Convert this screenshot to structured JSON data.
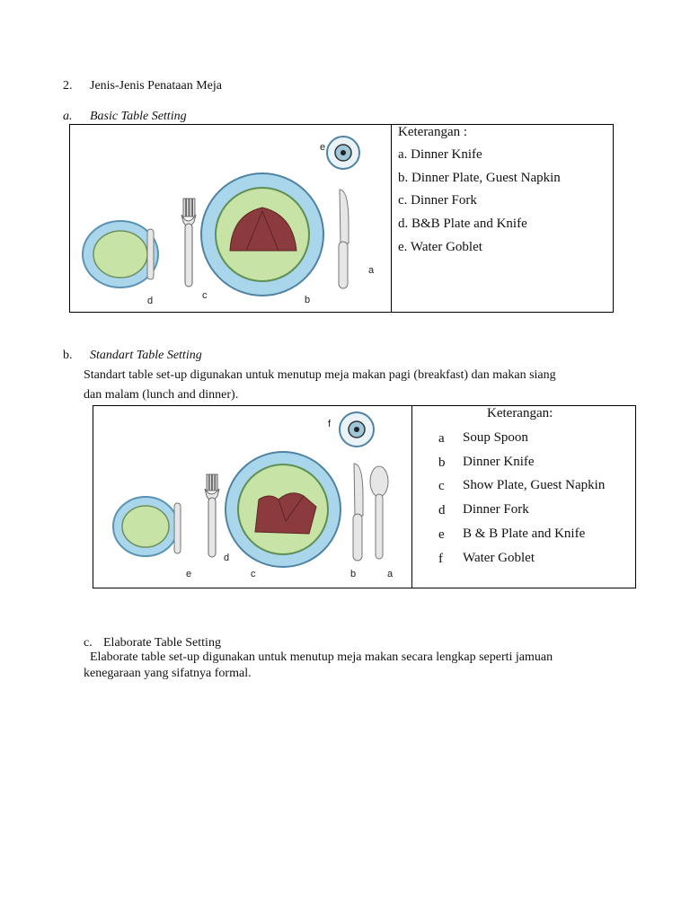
{
  "section_heading": {
    "number": "2.",
    "text": "Jenis-Jenis Penataan Meja"
  },
  "basic": {
    "marker": "a.",
    "title": "Basic Table Setting",
    "legend_title": "Keterangan :",
    "legend": [
      "a. Dinner Knife",
      "b. Dinner Plate, Guest Napkin",
      "c. Dinner Fork",
      "d. B&B Plate and Knife",
      "e. Water Goblet"
    ],
    "labels": {
      "a": "a",
      "b": "b",
      "c": "c",
      "d": "d",
      "e": "e"
    }
  },
  "standart": {
    "marker": "b.",
    "title": "Standart Table Setting",
    "desc_line1": "Standart table set-up digunakan untuk menutup meja makan pagi (breakfast) dan makan siang",
    "desc_line2": "dan malam (lunch and dinner).",
    "legend_title": "Keterangan:",
    "legend": [
      {
        "key": "a",
        "text": "Soup Spoon"
      },
      {
        "key": "b",
        "text": "Dinner Knife"
      },
      {
        "key": "c",
        "text": "Show Plate, Guest Napkin"
      },
      {
        "key": "d",
        "text": "Dinner Fork"
      },
      {
        "key": "e",
        "text": "B & B Plate and Knife"
      },
      {
        "key": "f",
        "text": "Water Goblet"
      }
    ],
    "labels": {
      "a": "a",
      "b": "b",
      "c": "c",
      "d": "d",
      "e": "e",
      "f": "f"
    }
  },
  "elaborate": {
    "marker": "c.",
    "title": "Elaborate Table Setting",
    "desc_line1": "Elaborate table set-up digunakan untuk menutup meja makan secara lengkap seperti jamuan",
    "desc_line2": "kenegaraan yang sifatnya formal."
  },
  "colors": {
    "plate_rim": "#a9d6ea",
    "plate_center": "#c7e3a5",
    "napkin": "#8b3b3e",
    "cutlery": "#e6e6e6"
  }
}
